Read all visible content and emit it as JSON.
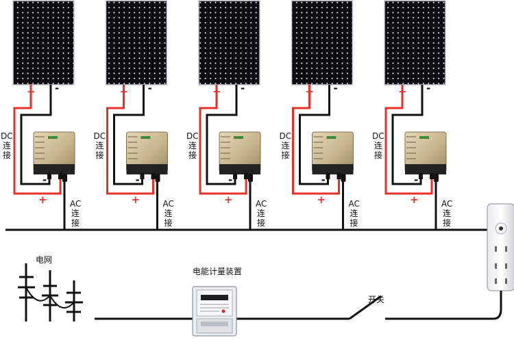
{
  "units": [
    {
      "plus": "+",
      "minus": "-",
      "dc_line1": "DC",
      "dc_line2": "连",
      "dc_line3": "接",
      "ac_line1": "AC",
      "ac_line2": "连",
      "ac_line3": "接"
    },
    {
      "plus": "+",
      "minus": "-",
      "dc_line1": "DC",
      "dc_line2": "连",
      "dc_line3": "接",
      "ac_line1": "AC",
      "ac_line2": "连",
      "ac_line3": "接"
    },
    {
      "plus": "+",
      "minus": "-",
      "dc_line1": "DC",
      "dc_line2": "连",
      "dc_line3": "接",
      "ac_line1": "AC",
      "ac_line2": "连",
      "ac_line3": "接"
    },
    {
      "plus": "+",
      "minus": "-",
      "dc_line1": "DC",
      "dc_line2": "连",
      "dc_line3": "接",
      "ac_line1": "AC",
      "ac_line2": "连",
      "ac_line3": "接"
    },
    {
      "plus": "+",
      "minus": "-",
      "dc_line1": "DC",
      "dc_line2": "连",
      "dc_line3": "接",
      "ac_line1": "AC",
      "ac_line2": "连",
      "ac_line3": "接"
    }
  ],
  "grid_label": "电网",
  "meter_label": "电能计量装置",
  "switch_label": "开关",
  "colors": {
    "dc_positive": "#e8302a",
    "dc_negative": "#111111",
    "ac_bus": "#111111",
    "inverter": "#c9b68f"
  }
}
